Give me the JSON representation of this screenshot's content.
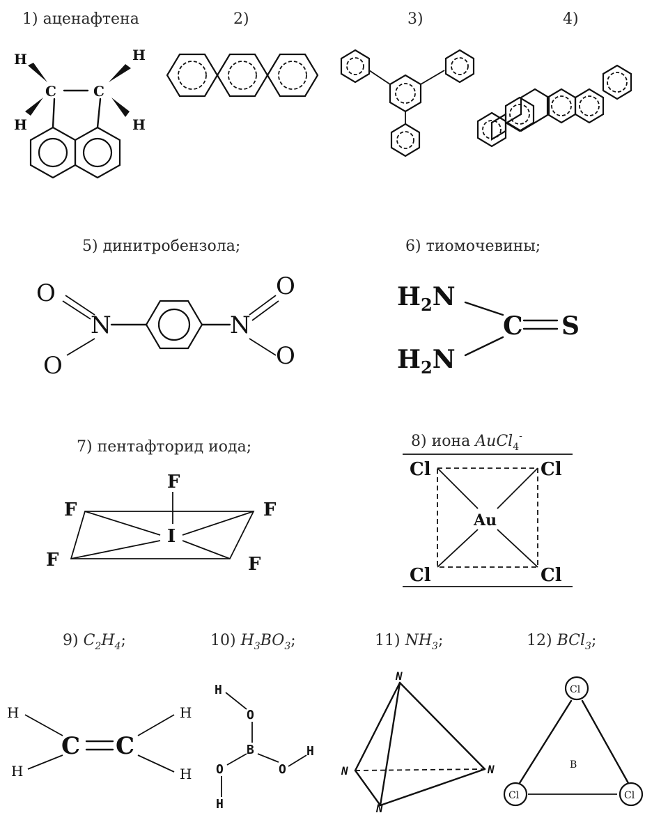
{
  "captions": {
    "c1": "1) аценафтена",
    "c2": "2)",
    "c3": "3)",
    "c4": "4)",
    "c5": "5) динитробензола;",
    "c6": "6) тиомочевины;",
    "c7": "7) пентафторид иода;",
    "c8_prefix": "8) иона ",
    "c8_formula": "AuCl",
    "c8_sub": "4",
    "c8_sup": "-",
    "c9_prefix": "9) ",
    "c9_formula": "C",
    "c9_sub1": "2",
    "c9_mid": "H",
    "c9_sub2": "4",
    "c9_end": ";",
    "c10_prefix": "10) ",
    "c10_a": "H",
    "c10_sub1": "3",
    "c10_b": "BO",
    "c10_sub2": "3",
    "c10_end": ";",
    "c11_prefix": "11) ",
    "c11_a": "NH",
    "c11_sub": "3",
    "c11_end": ";",
    "c12_prefix": "12) ",
    "c12_a": "BCl",
    "c12_sub": "3",
    "c12_end": ";"
  },
  "atoms": {
    "H": "H",
    "C": "C",
    "O": "O",
    "N": "N",
    "S": "S",
    "F": "F",
    "I": "I",
    "Au": "Au",
    "Cl": "Cl",
    "B": "B",
    "H2N_H": "H",
    "H2N_2": "2",
    "H2N_N": "N"
  }
}
